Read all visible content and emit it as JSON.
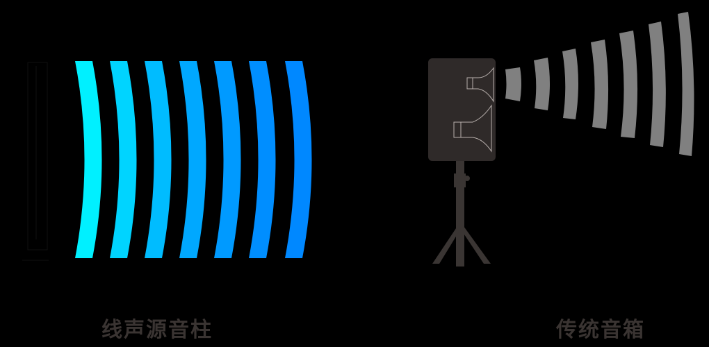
{
  "diagram": {
    "left": {
      "label": "线声源音柱",
      "icon": "line-array-column-speaker",
      "wave_count": 7,
      "wave_colors": [
        "#00f0ff",
        "#00d8ff",
        "#00c0ff",
        "#00acff",
        "#009cff",
        "#0090ff",
        "#0088ff"
      ]
    },
    "right": {
      "label": "传统音箱",
      "icon": "tripod-speaker",
      "wave_count": 7,
      "wave_color": "#808080",
      "cabinet_color": "#2f2a29"
    },
    "background": "#000000",
    "label_color": "#3a3432"
  }
}
